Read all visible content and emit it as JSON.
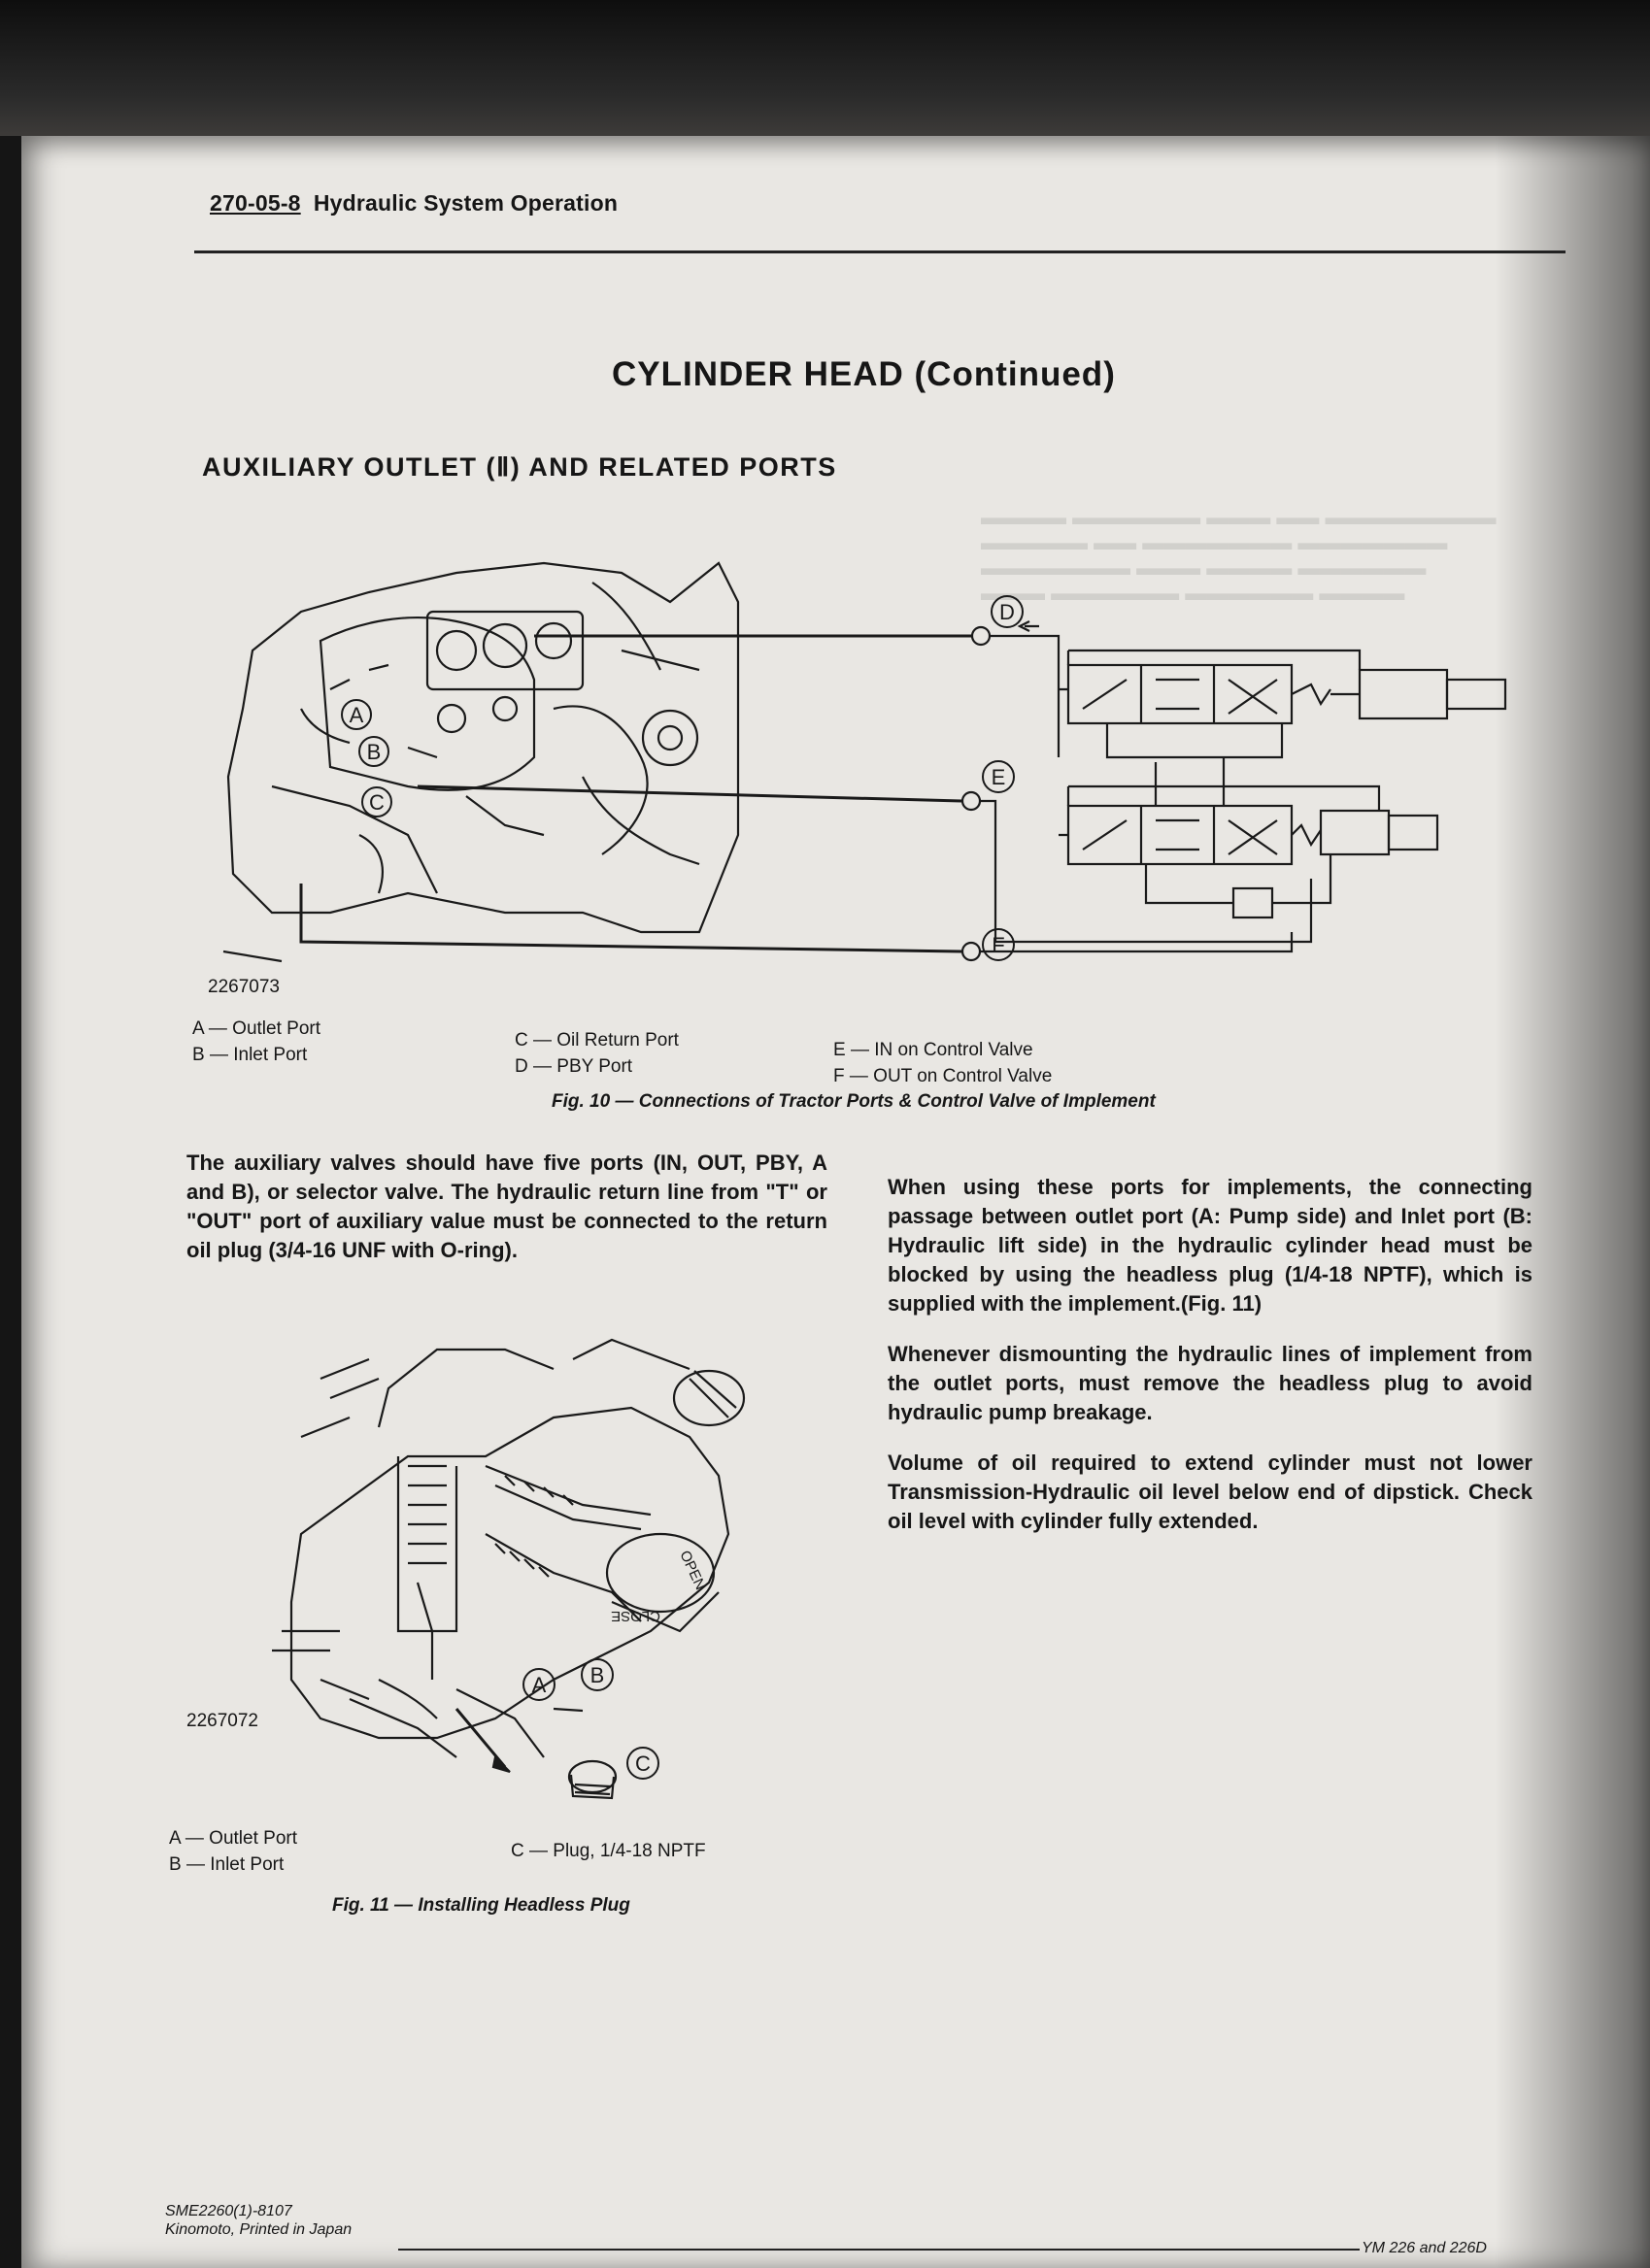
{
  "header": {
    "code": "270-05-8",
    "section": "Hydraulic System Operation"
  },
  "title": "CYLINDER HEAD (Continued)",
  "subtitle": "AUXILIARY OUTLET (Ⅱ) AND RELATED PORTS",
  "figure10": {
    "code": "2267073",
    "callouts": [
      "A",
      "B",
      "C",
      "D",
      "E",
      "F"
    ],
    "legend": [
      "A — Outlet Port",
      "B — Inlet Port",
      "C — Oil Return Port",
      "D — PBY Port",
      "E — IN on Control Valve",
      "F — OUT on Control Valve"
    ],
    "caption": "Fig. 10 — Connections of Tractor Ports & Control Valve of Implement"
  },
  "left_paragraph": "The auxiliary valves should have five ports (IN, OUT, PBY, A and B), or selector valve. The hydraulic return line from \"T\" or \"OUT\" port of auxiliary value must be connected to the return oil plug (3/4-16 UNF with O-ring).",
  "right_paragraphs": [
    "When using these ports for implements, the connecting passage between outlet port (A: Pump side) and Inlet port (B: Hydraulic lift side) in the hydraulic cylinder head must be blocked by using the headless plug (1/4-18 NPTF), which is supplied with the implement.(Fig. 11)",
    "Whenever dismounting the hydraulic lines of implement from the outlet ports, must remove the headless plug to avoid hydraulic pump breakage.",
    "Volume of oil required to extend cylinder must not lower Transmission-Hydraulic oil level below end of dipstick. Check oil level with cylinder fully extended."
  ],
  "figure11": {
    "code": "2267072",
    "callouts": [
      "A",
      "B",
      "C"
    ],
    "part_text": [
      "OPEN",
      "CLOSE"
    ],
    "legend": [
      "A — Outlet Port",
      "B — Inlet Port",
      "C — Plug, 1/4-18 NPTF"
    ],
    "caption": "Fig. 11 — Installing Headless Plug"
  },
  "footer": {
    "line1": "SME2260(1)-8107",
    "line2": "Kinomoto, Printed in Japan",
    "model": "YM 226 and 226D"
  }
}
